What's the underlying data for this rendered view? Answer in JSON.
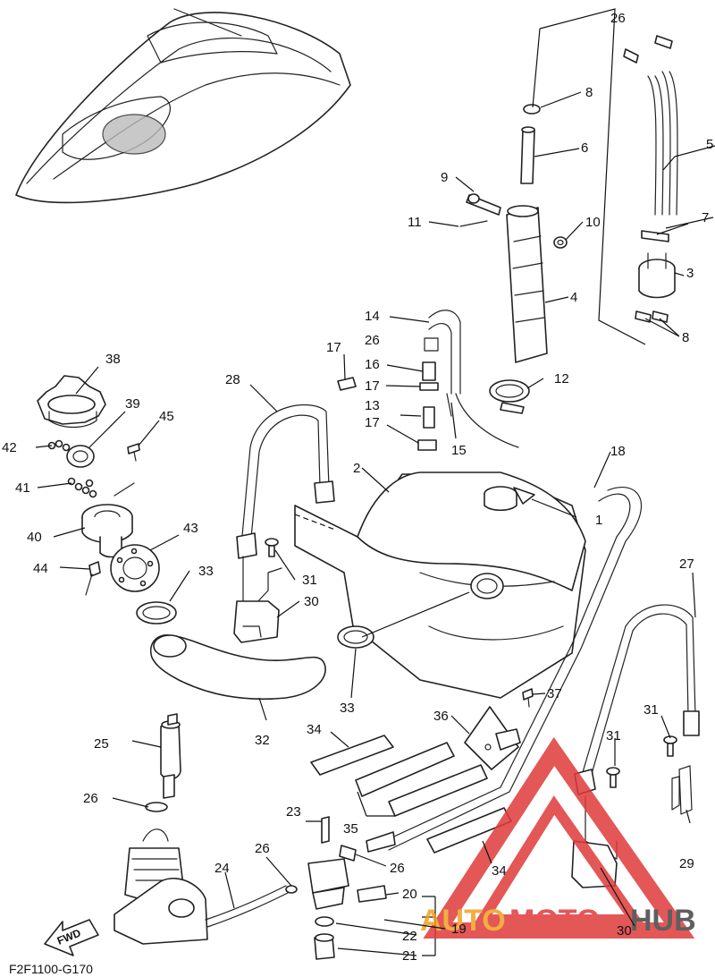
{
  "diagram": {
    "code": "F2F1100-G170",
    "fwd_label": "FWD",
    "callouts": {
      "c1": "1",
      "c2": "2",
      "c3": "3",
      "c4": "4",
      "c5": "5",
      "c6": "6",
      "c7": "7",
      "c8a": "8",
      "c8b": "8",
      "c9": "9",
      "c10": "10",
      "c11": "11",
      "c12": "12",
      "c13": "13",
      "c14": "14",
      "c15": "15",
      "c16": "16",
      "c17a": "17",
      "c17b": "17",
      "c17c": "17",
      "c18": "18",
      "c19": "19",
      "c20": "20",
      "c21": "21",
      "c22": "22",
      "c23": "23",
      "c24": "24",
      "c25": "25",
      "c26a": "26",
      "c26b": "26",
      "c26c": "26",
      "c26d": "26",
      "c26e": "26",
      "c27": "27",
      "c28": "28",
      "c29": "29",
      "c30a": "30",
      "c30b": "30",
      "c31a": "31",
      "c31b": "31",
      "c31c": "31",
      "c32": "32",
      "c33a": "33",
      "c33b": "33",
      "c34a": "34",
      "c34b": "34",
      "c35": "35",
      "c36": "36",
      "c37": "37",
      "c38": "38",
      "c39": "39",
      "c40": "40",
      "c41": "41",
      "c42": "42",
      "c43": "43",
      "c44": "44",
      "c45": "45"
    }
  },
  "watermark": {
    "text_auto": "AUTO",
    "text_moto": "MOTO",
    "text_hub": "HUB",
    "color_red": "#e03a3a",
    "color_orange": "#f0a020",
    "color_dark": "#444444"
  }
}
